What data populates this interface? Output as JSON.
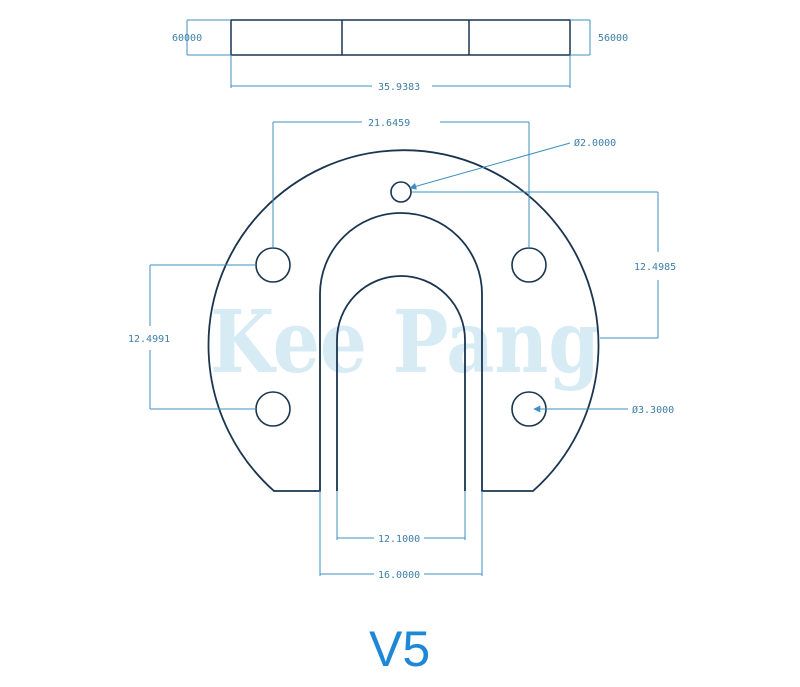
{
  "watermark": "Kee Pang",
  "version_label": "V5",
  "colors": {
    "outline": "#1a3550",
    "dimension": "#3d8fc0",
    "label": "#1e88d8",
    "watermark": "#a8d4e8"
  },
  "top_view": {
    "thickness_left": "60000",
    "thickness_right": "56000",
    "width": "35.9383"
  },
  "plate_view": {
    "hole_spacing_horizontal": "21.6459",
    "center_hole_diameter": "Ø2.0000",
    "hole_spacing_vertical_right": "12.4985",
    "hole_spacing_vertical_left": "12.4991",
    "mount_hole_diameter": "Ø3.3000",
    "slot_inner_width": "12.1000",
    "slot_outer_width": "16.0000"
  }
}
